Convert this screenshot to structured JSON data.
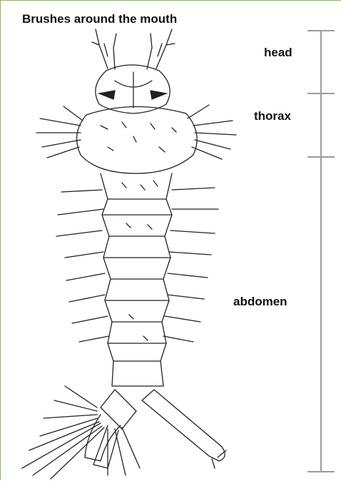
{
  "figure": {
    "title": "Brushes around the mouth",
    "labels": {
      "head": "head",
      "thorax": "thorax",
      "abdomen": "abdomen"
    }
  },
  "colors": {
    "frame": "#8cb84a",
    "scale_bar": "#9a9a9a",
    "ink": "#222222"
  }
}
